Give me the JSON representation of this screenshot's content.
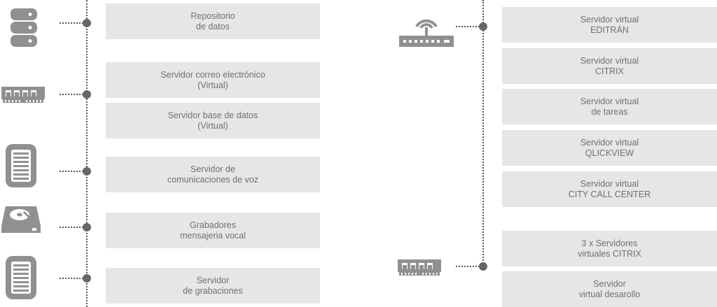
{
  "diagram": {
    "left_boxes": [
      {
        "line1": "Repositorio",
        "line2": "de datos"
      },
      {
        "line1": "Servidor correo electrónico",
        "line2": "(Virtual)"
      },
      {
        "line1": "Servidor base de datos",
        "line2": "(Virtual)"
      },
      {
        "line1": "Servidor de",
        "line2": "comunicaciones de voz"
      },
      {
        "line1": "Grabadores",
        "line2": "mensajeria vocal"
      },
      {
        "line1": "Servidor",
        "line2": "de grabaciones"
      }
    ],
    "right_boxes": [
      {
        "line1": "Servidor virtual",
        "line2": "EDITRÁN"
      },
      {
        "line1": "Servidor virtual",
        "line2": "CITRIX"
      },
      {
        "line1": "Servidor virtual",
        "line2": "de tareas"
      },
      {
        "line1": "Servidor virtual",
        "line2": "QLICKVIEW"
      },
      {
        "line1": "Servidor virtual",
        "line2": "CITY CALL CENTER"
      },
      {
        "line1": "3 x Servidores",
        "line2": "virtuales CITRIX"
      },
      {
        "line1": "Servidor",
        "line2": "virtual desarollo"
      }
    ],
    "icons": [
      "database-icon",
      "ram-module-icon",
      "server-tower-icon",
      "hard-drive-icon",
      "server-tower-icon",
      "router-icon",
      "ram-module-icon"
    ],
    "colors": {
      "box_bg": "#e6e6e6",
      "text": "#707070",
      "icon": "#909090",
      "connector": "#555555"
    }
  }
}
